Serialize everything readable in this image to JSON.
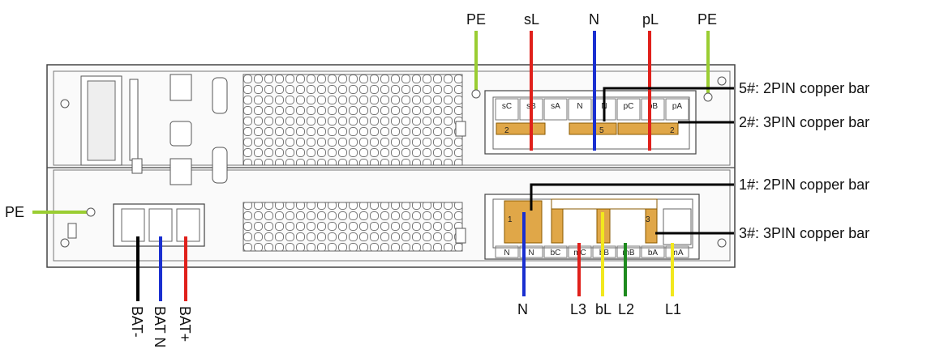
{
  "top_labels": {
    "pe_left": "PE",
    "sl": "sL",
    "n": "N",
    "pl": "pL",
    "pe_right": "PE"
  },
  "callouts": {
    "bar5": "5#: 2PIN copper bar",
    "bar2": "2#: 3PIN copper bar",
    "bar1": "1#: 2PIN copper bar",
    "bar3": "3#: 3PIN copper bar"
  },
  "side_pe": "PE",
  "battery_labels": {
    "neg": "BAT-",
    "neutral": "BAT N",
    "pos": "BAT+"
  },
  "bottom_labels": {
    "n": "N",
    "l3": "L3",
    "bl": "bL",
    "l2": "L2",
    "l1": "L1"
  },
  "upper_terminals": [
    "sC",
    "sB",
    "sA",
    "N",
    "N",
    "pC",
    "pB",
    "pA"
  ],
  "lower_terminals": [
    "N",
    "N",
    "bC",
    "mC",
    "bB",
    "mB",
    "bA",
    "mA"
  ],
  "bar_numbers": {
    "upper_left": "2",
    "upper_mid": "5",
    "upper_right": "2",
    "lower_left": "1",
    "lower_right": "3"
  },
  "colors": {
    "pe": "#9ACD32",
    "live": "#E0201B",
    "neutral": "#1A2FD0",
    "yellow": "#F2E81E",
    "green": "#1E8A1E",
    "black": "#000000",
    "copper": "#E0A748",
    "chassis": "#f2f2f2",
    "outline": "#555555"
  }
}
